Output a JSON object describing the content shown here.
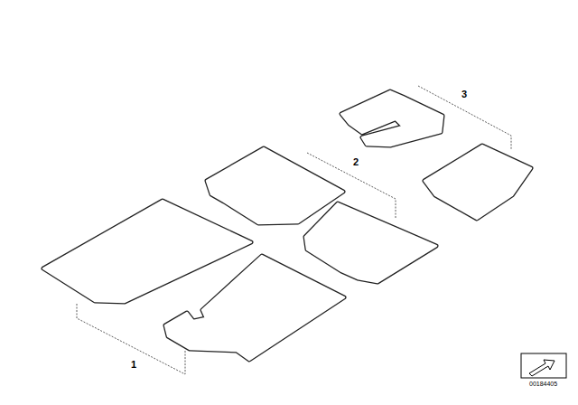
{
  "diagram": {
    "labels": [
      "3",
      "2",
      "1",
      "00184405"
    ]
  }
}
